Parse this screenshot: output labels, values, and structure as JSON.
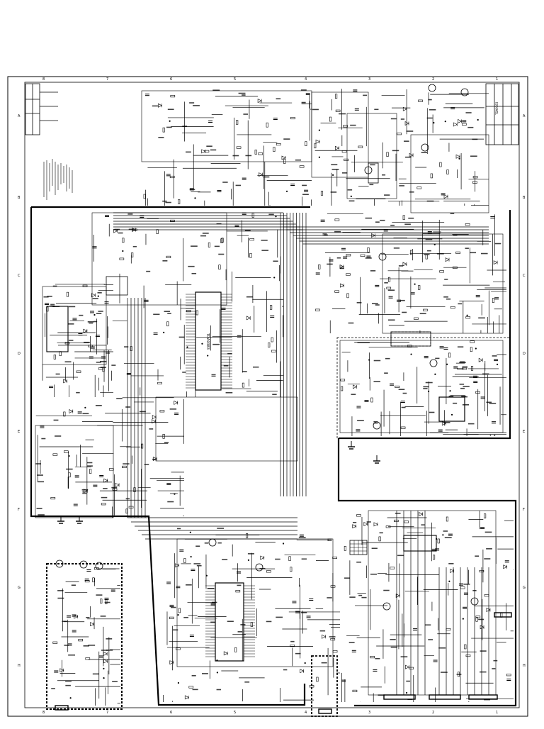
{
  "drawing": {
    "background_color": "#ffffff",
    "ink_color": "#000000",
    "border_column_labels": [
      "8",
      "7",
      "6",
      "5",
      "4",
      "3",
      "2",
      "1"
    ],
    "border_row_labels": [
      "A",
      "B",
      "C",
      "D",
      "E",
      "F",
      "G",
      "H"
    ]
  },
  "title_block": {
    "model": "TDA9383"
  },
  "components": {
    "main_ic_label": "TDA9383"
  }
}
